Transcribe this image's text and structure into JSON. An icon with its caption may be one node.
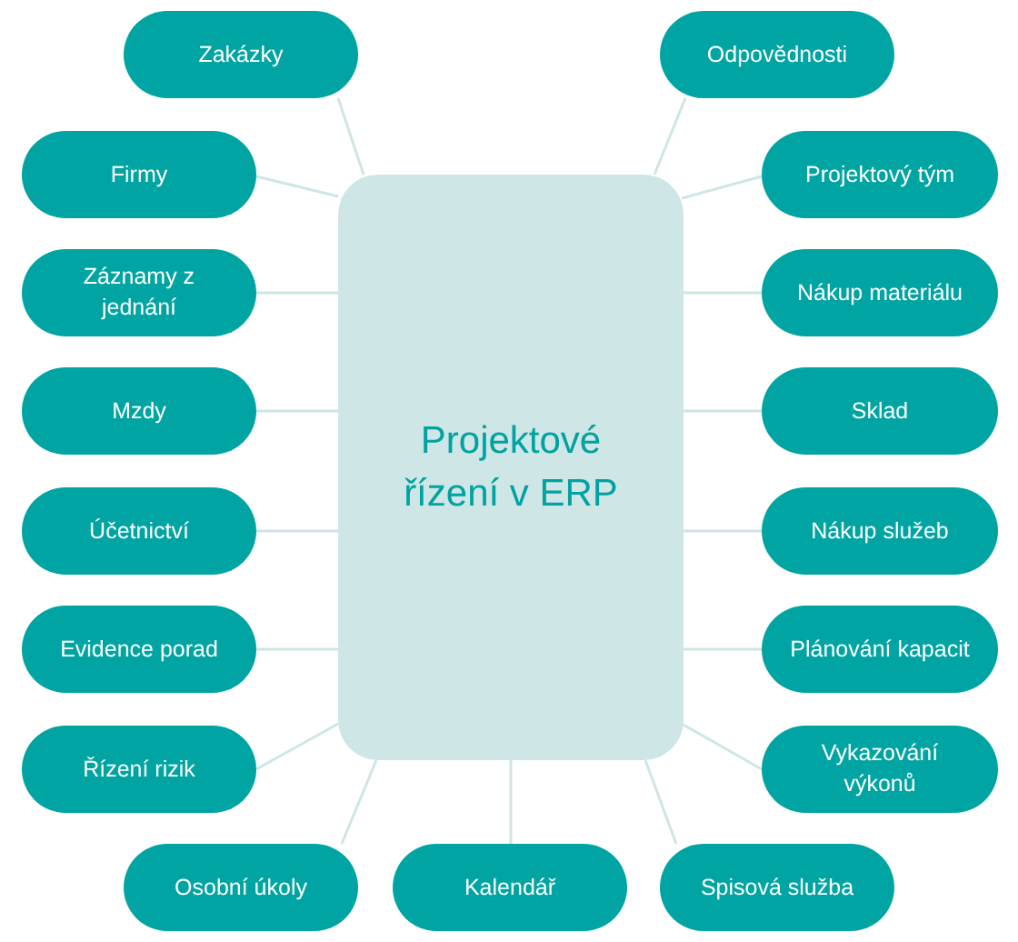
{
  "diagram": {
    "nodes": [
      {
        "text": [
          "Projektové řízení v ERP"
        ]
      },
      {
        "text": [
          "Zakázky"
        ]
      },
      {
        "text": [
          "Odpovědnosti"
        ]
      },
      {
        "text": [
          "Firmy"
        ]
      },
      {
        "text": [
          "Projektový tým"
        ]
      },
      {
        "text": [
          "Záznamy z jednání"
        ]
      },
      {
        "text": [
          "Nákup materiálu"
        ]
      },
      {
        "text": [
          "Mzdy"
        ]
      },
      {
        "text": [
          "Sklad"
        ]
      },
      {
        "text": [
          "Účetnictví"
        ]
      },
      {
        "text": [
          "Nákup služeb"
        ]
      },
      {
        "text": [
          "Evidence porad"
        ]
      },
      {
        "text": [
          "Plánování kapacit"
        ]
      },
      {
        "text": [
          "Řízení rizik"
        ]
      },
      {
        "text": [
          "Vykazování výkonů"
        ]
      },
      {
        "text": [
          "Osobní úkoly"
        ]
      },
      {
        "text": [
          "Kalendář"
        ]
      },
      {
        "text": [
          "Spisová služba"
        ]
      }
    ],
    "edges": [
      {
        "from": 0,
        "to": 1,
        "arrow": "none"
      },
      {
        "from": 0,
        "to": 2,
        "arrow": "none"
      },
      {
        "from": 0,
        "to": 3,
        "arrow": "none"
      },
      {
        "from": 0,
        "to": 4,
        "arrow": "none"
      },
      {
        "from": 0,
        "to": 5,
        "arrow": "none"
      },
      {
        "from": 0,
        "to": 6,
        "arrow": "none"
      },
      {
        "from": 0,
        "to": 7,
        "arrow": "none"
      },
      {
        "from": 0,
        "to": 8,
        "arrow": "none"
      },
      {
        "from": 0,
        "to": 9,
        "arrow": "none"
      },
      {
        "from": 0,
        "to": 10,
        "arrow": "none"
      },
      {
        "from": 0,
        "to": 11,
        "arrow": "none"
      },
      {
        "from": 0,
        "to": 12,
        "arrow": "none"
      },
      {
        "from": 0,
        "to": 13,
        "arrow": "none"
      },
      {
        "from": 0,
        "to": 14,
        "arrow": "none"
      },
      {
        "from": 0,
        "to": 15,
        "arrow": "none"
      },
      {
        "from": 0,
        "to": 16,
        "arrow": "none"
      },
      {
        "from": 0,
        "to": 17,
        "arrow": "none"
      }
    ]
  }
}
